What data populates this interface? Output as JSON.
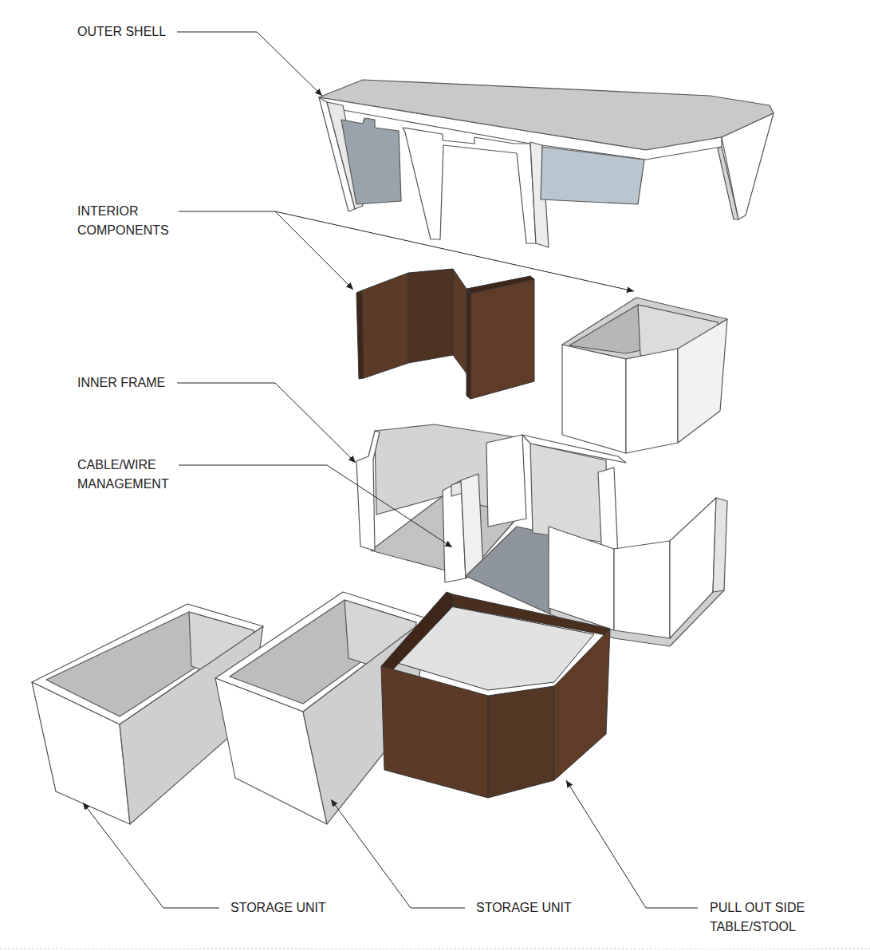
{
  "diagram": {
    "labels": [
      "OUTER SHELL",
      "INTERIOR COMPONENTS",
      "INNER FRAME",
      "CABLE/WIRE MANAGEMENT",
      "STORAGE UNIT",
      "STORAGE UNIT",
      "PULL OUT SIDE TABLE/STOOL"
    ]
  }
}
